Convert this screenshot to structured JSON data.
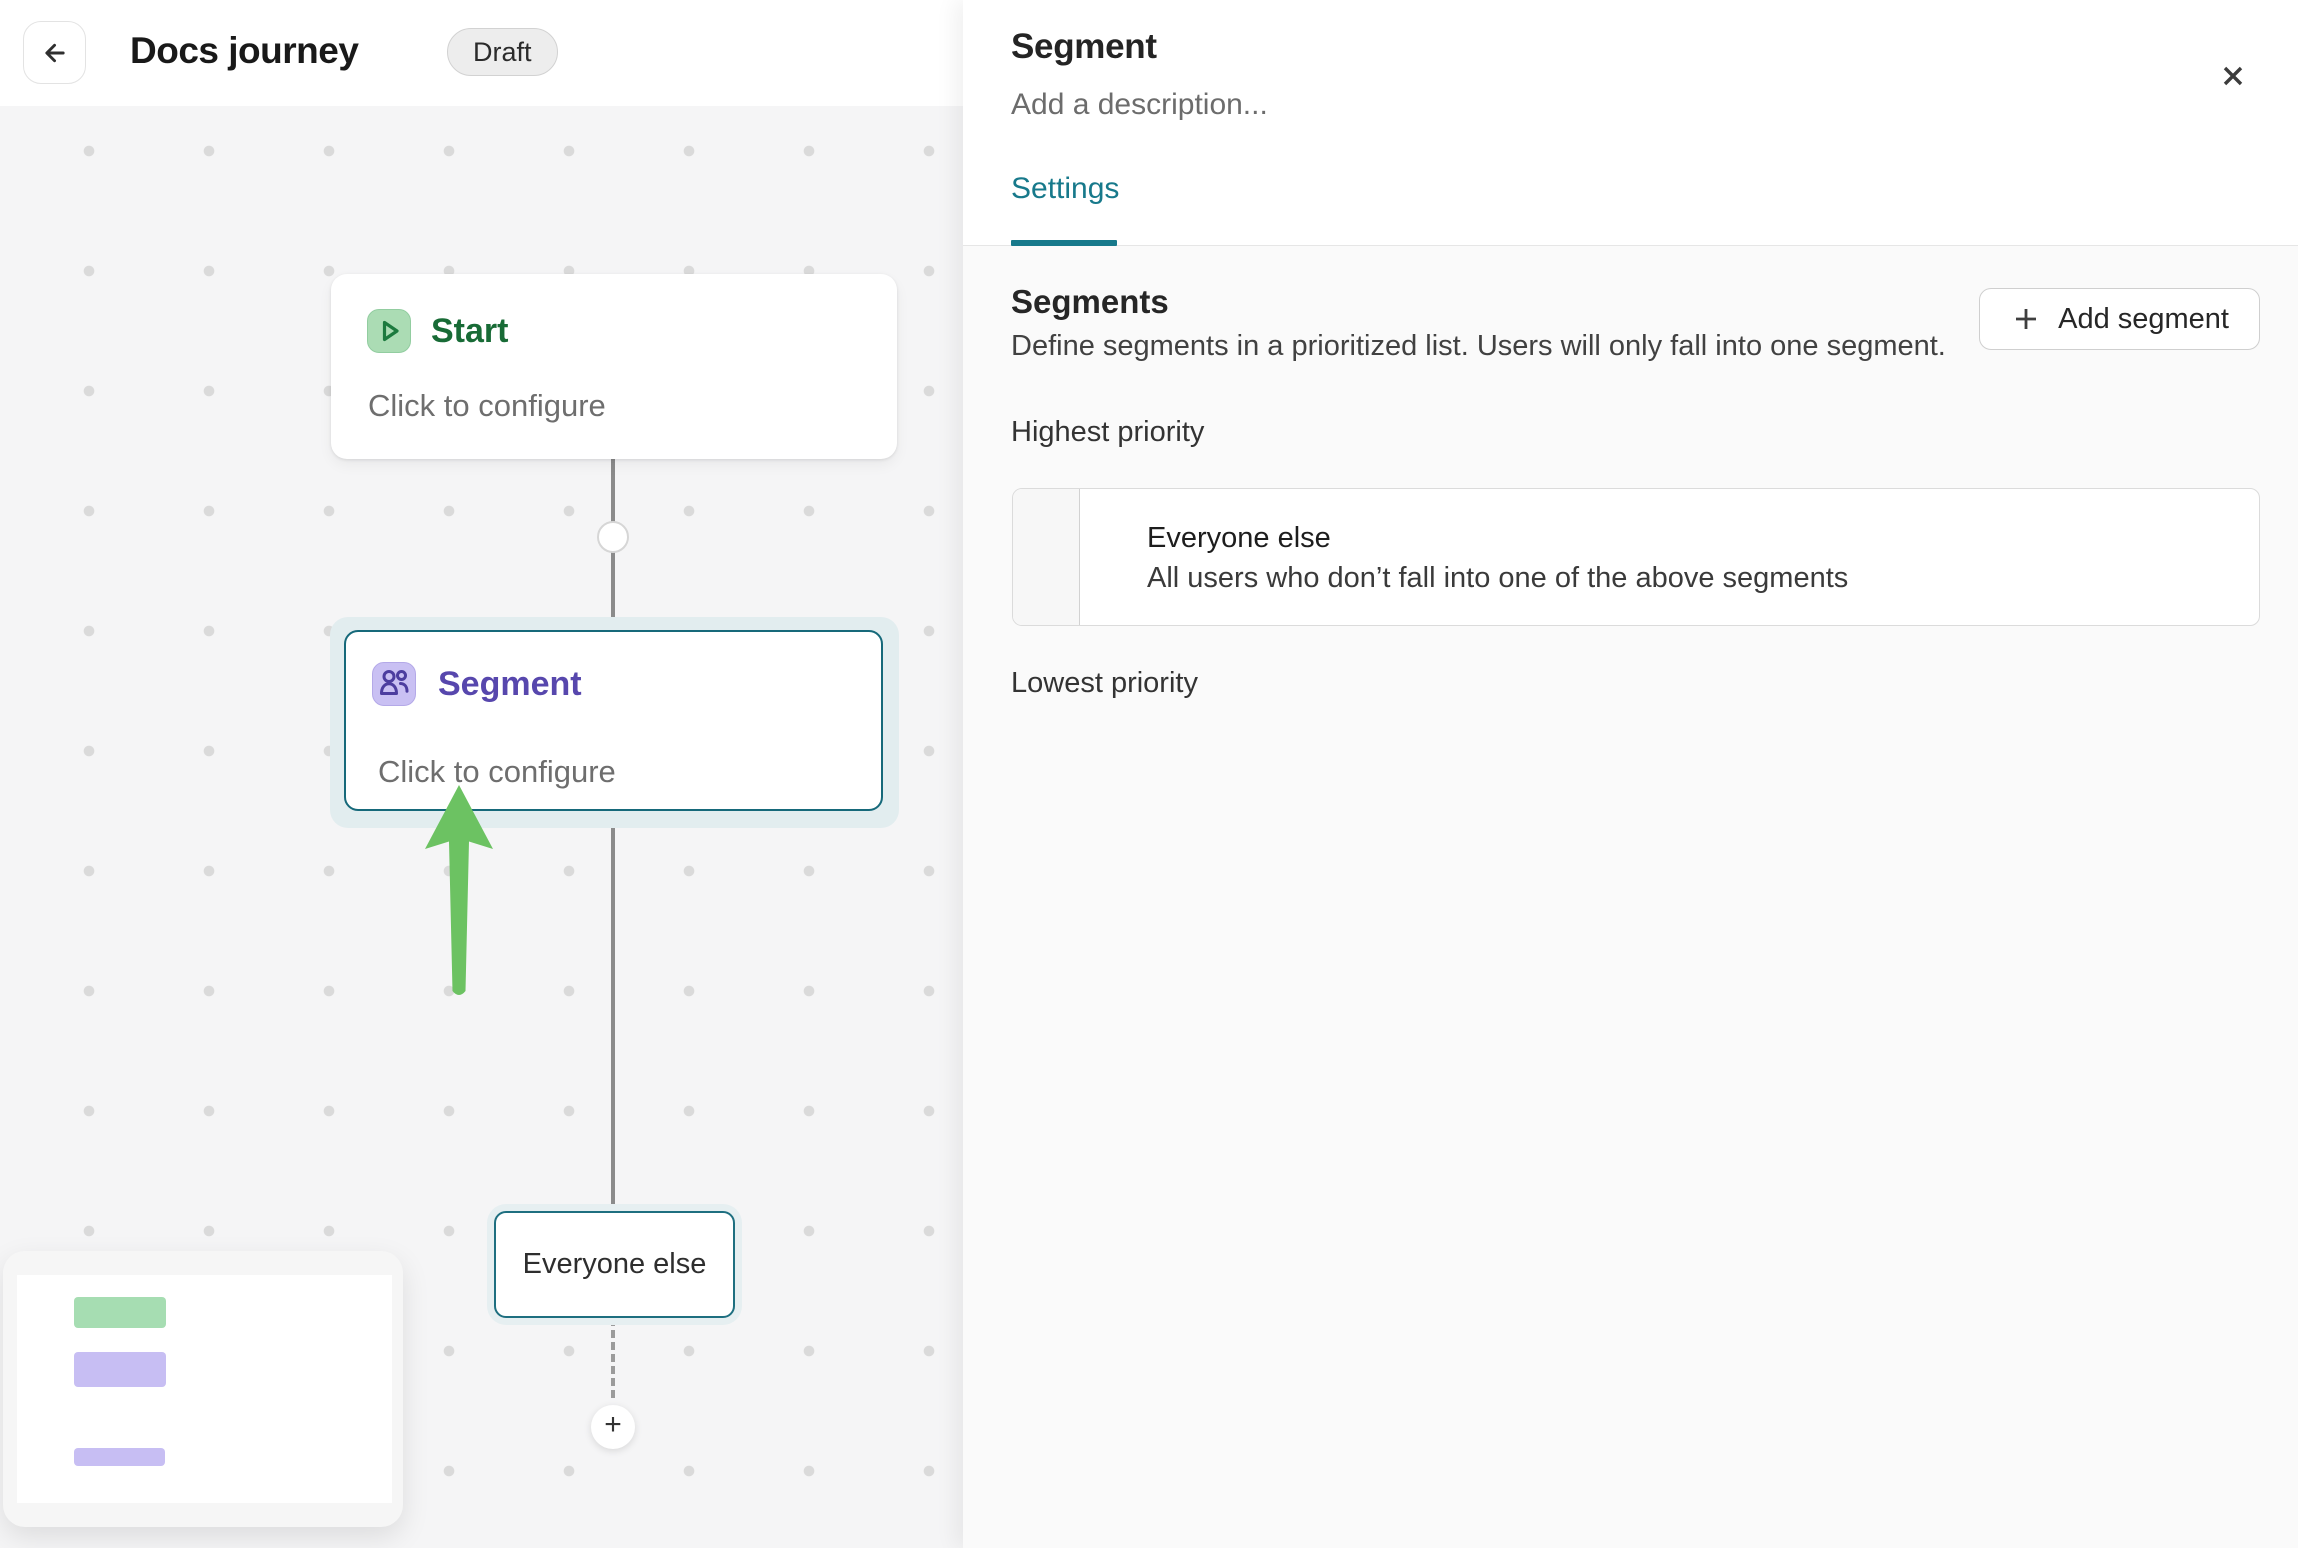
{
  "colors": {
    "accent_teal": "#17798b",
    "node_border_teal": "#16697a",
    "start_green": "#186b36",
    "start_icon_bg": "#abdcb4",
    "segment_purple": "#5747ad",
    "segment_icon_bg": "#c9c0f3",
    "annotation_arrow_green": "#6cc262",
    "canvas_bg": "#f5f5f6"
  },
  "header": {
    "title": "Docs journey",
    "status_badge": "Draft"
  },
  "canvas": {
    "start_node": {
      "label": "Start",
      "sublabel": "Click to configure"
    },
    "segment_node": {
      "label": "Segment",
      "sublabel": "Click to configure"
    },
    "everyone_else_node": {
      "label": "Everyone else"
    },
    "add_step_label": "+"
  },
  "panel": {
    "title": "Segment",
    "description_placeholder": "Add a description...",
    "tabs": [
      {
        "label": "Settings"
      }
    ],
    "segments": {
      "heading": "Segments",
      "description": "Define segments in a prioritized list. Users will only fall into one segment.",
      "add_button_label": "Add segment",
      "highest_priority_label": "Highest priority",
      "lowest_priority_label": "Lowest priority",
      "items": [
        {
          "title": "Everyone else",
          "description": "All users who don’t fall into one of the above segments"
        }
      ]
    }
  }
}
